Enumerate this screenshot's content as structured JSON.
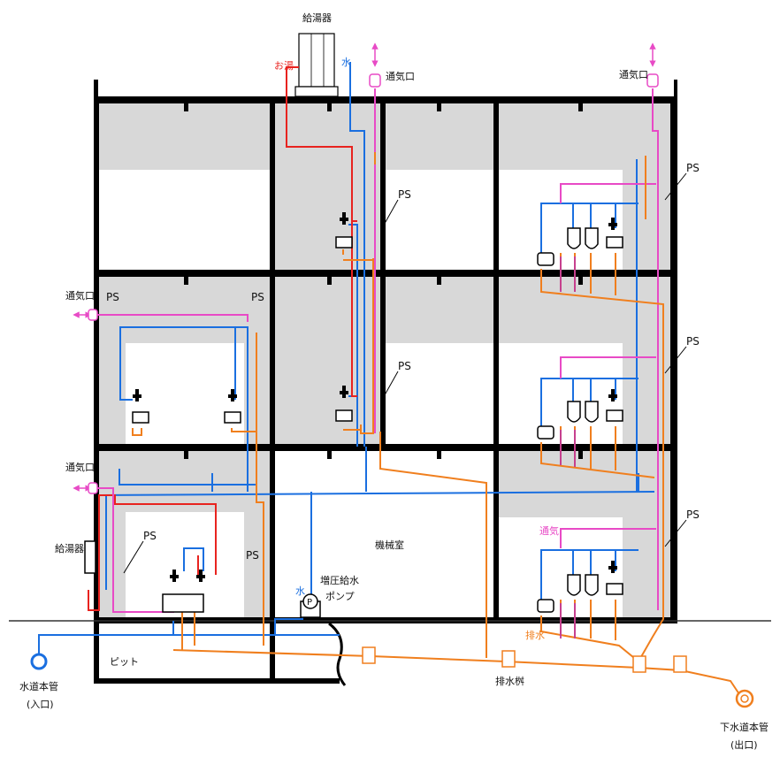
{
  "colors": {
    "water": "#1a6fe0",
    "hot_water": "#e8231f",
    "vent": "#e84ac6",
    "drain": "#f07f1e",
    "structure": "#000000",
    "shaft_fill": "#d8d8d8",
    "ground": "#333333"
  },
  "labels": {
    "water_heater_top": "給湯器",
    "hot_water": "お湯",
    "water": "水",
    "vent_outlet": "通気口",
    "ps": "PS",
    "water_heater_side": "給湯器",
    "machine_room": "機械室",
    "booster_pump_line1": "増圧給水",
    "booster_pump_line2": "ポンプ",
    "pump_symbol": "P",
    "pit": "ピット",
    "water_main_line1": "水道本管",
    "water_main_line2": "(入口)",
    "drain_basin": "排水桝",
    "sewer_main_line1": "下水道本管",
    "sewer_main_line2": "(出口)",
    "vent_label": "通気",
    "drain_label": "排水"
  }
}
